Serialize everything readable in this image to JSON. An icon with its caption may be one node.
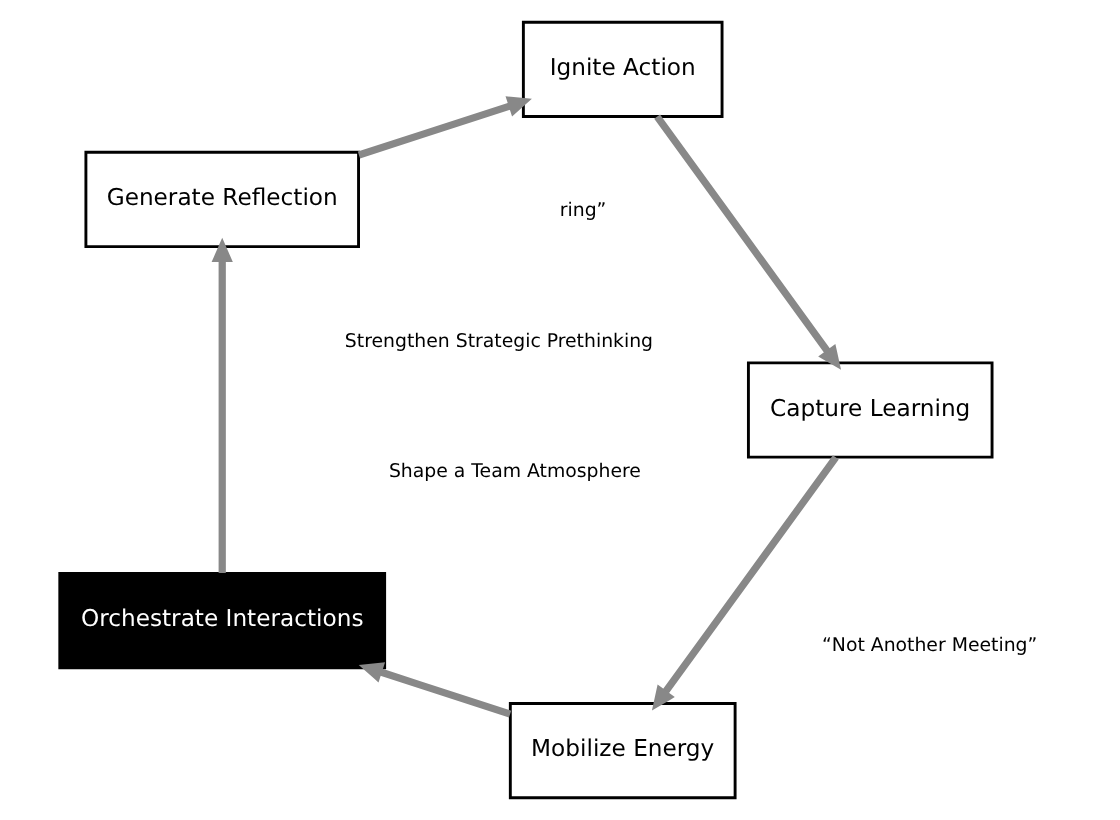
{
  "diagram": {
    "nodes": [
      {
        "text": [
          "Mobilize Energy"
        ]
      },
      {
        "text": [
          "Orchestrate Interactions"
        ]
      },
      {
        "text": [
          "Generate Reflection"
        ]
      },
      {
        "text": [
          "Ignite Action"
        ]
      },
      {
        "text": [
          "Capture Learning"
        ]
      }
    ],
    "edges": [
      {
        "from": 0,
        "to": 1,
        "arrow": "to"
      },
      {
        "from": 1,
        "to": 2,
        "arrow": "to"
      },
      {
        "from": 2,
        "to": 3,
        "arrow": "to"
      },
      {
        "from": 3,
        "to": 4,
        "arrow": "to"
      },
      {
        "from": 4,
        "to": 0,
        "arrow": "to"
      }
    ],
    "labels": [
      "“Not Another Meeting”",
      "Strengthen Strategic Prethinking",
      "Shape a Team Atmosphere",
      "ring”"
    ]
  }
}
